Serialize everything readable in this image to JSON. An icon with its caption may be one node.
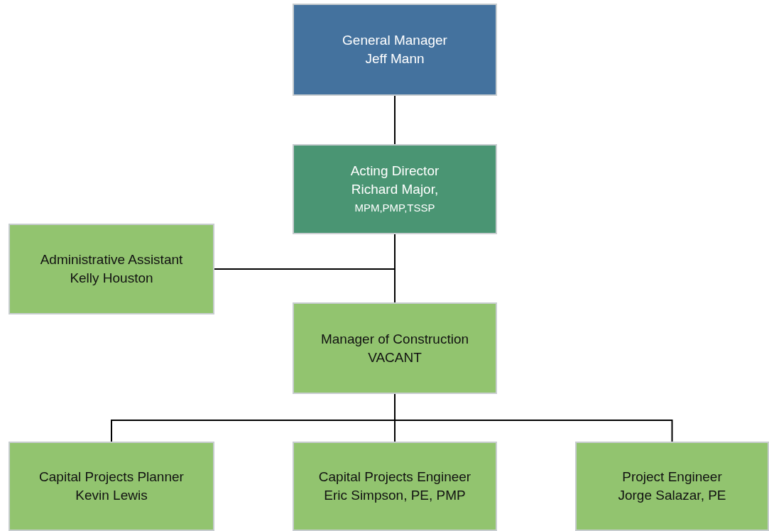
{
  "diagram": {
    "nodes": [
      {
        "text": [
          "General Manager",
          "Jeff Mann"
        ]
      },
      {
        "text": [
          "Acting Director",
          "Richard Major,",
          "MPM,PMP,TSSP"
        ]
      },
      {
        "text": [
          "Administrative Assistant",
          "Kelly Houston"
        ]
      },
      {
        "text": [
          "Manager of Construction",
          "VACANT"
        ]
      },
      {
        "text": [
          "Capital Projects Planner",
          "Kevin Lewis"
        ]
      },
      {
        "text": [
          "Capital Projects Engineer",
          "Eric Simpson, PE, PMP"
        ]
      },
      {
        "text": [
          "Project Engineer",
          "Jorge Salazar, PE"
        ]
      }
    ],
    "edges": [
      {
        "from": 0,
        "to": 1,
        "arrow": "none"
      },
      {
        "from": 1,
        "to": 2,
        "arrow": "none"
      },
      {
        "from": 1,
        "to": 3,
        "arrow": "none"
      },
      {
        "from": 3,
        "to": 4,
        "arrow": "none"
      },
      {
        "from": 3,
        "to": 5,
        "arrow": "none"
      },
      {
        "from": 3,
        "to": 6,
        "arrow": "none"
      }
    ]
  }
}
